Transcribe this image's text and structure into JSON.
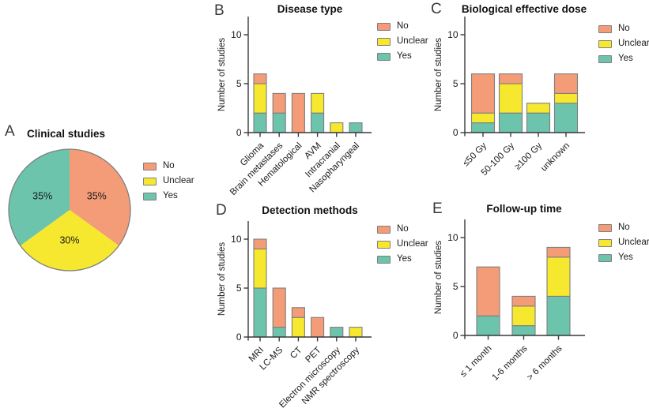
{
  "colors": {
    "no": "#F49C77",
    "unclear": "#F5E82E",
    "yes": "#6CC4AC",
    "outline": "#7F7F7F",
    "axis": "#3a3a3a",
    "text": "#1a1a1a"
  },
  "legend_items": [
    {
      "key": "no",
      "label": "No"
    },
    {
      "key": "unclear",
      "label": "Unclear"
    },
    {
      "key": "yes",
      "label": "Yes"
    }
  ],
  "panels": {
    "A": {
      "letter": "A",
      "title": "Clinical studies",
      "chart_data": {
        "type": "pie",
        "start_angle_deg": 0,
        "direction": "clockwise",
        "slices": [
          {
            "name": "No",
            "key": "no",
            "value": 35,
            "label": "35%"
          },
          {
            "name": "Unclear",
            "key": "unclear",
            "value": 30,
            "label": "30%"
          },
          {
            "name": "Yes",
            "key": "yes",
            "value": 35,
            "label": "35%"
          }
        ],
        "legend_position": "right"
      }
    },
    "B": {
      "letter": "B",
      "title": "Disease type",
      "ylabel": "Number of studies",
      "chart_data": {
        "type": "stacked-bar",
        "categories": [
          "Glioma",
          "Brain metastases",
          "Hematological",
          "AVM",
          "Intracranial",
          "Nasopharyngeal"
        ],
        "series": [
          {
            "name": "Yes",
            "key": "yes",
            "values": [
              2,
              2,
              0,
              2,
              0,
              1
            ]
          },
          {
            "name": "Unclear",
            "key": "unclear",
            "values": [
              3,
              0,
              0,
              2,
              1,
              0
            ]
          },
          {
            "name": "No",
            "key": "no",
            "values": [
              1,
              2,
              4,
              0,
              0,
              0
            ]
          }
        ],
        "totals": [
          6,
          4,
          4,
          4,
          1,
          1
        ],
        "ylim": [
          0,
          11.9
        ],
        "yticks": [
          0,
          5,
          10
        ],
        "grid": false,
        "legend_position": "top-right"
      }
    },
    "C": {
      "letter": "C",
      "title": "Biological effective dose",
      "ylabel": "Number of studies",
      "chart_data": {
        "type": "stacked-bar",
        "categories": [
          "≤50 Gy",
          "50-100 Gy",
          "≥100 Gy",
          "unknown"
        ],
        "series": [
          {
            "name": "Yes",
            "key": "yes",
            "values": [
              1,
              2,
              2,
              3
            ]
          },
          {
            "name": "Unclear",
            "key": "unclear",
            "values": [
              1,
              3,
              1,
              1
            ]
          },
          {
            "name": "No",
            "key": "no",
            "values": [
              4,
              1,
              0,
              2
            ]
          }
        ],
        "totals": [
          6,
          6,
          3,
          6
        ],
        "ylim": [
          0,
          11.9
        ],
        "yticks": [
          0,
          5,
          10
        ],
        "grid": false,
        "legend_position": "top-right"
      }
    },
    "D": {
      "letter": "D",
      "title": "Detection methods",
      "ylabel": "Number of studies",
      "chart_data": {
        "type": "stacked-bar",
        "categories": [
          "MRI",
          "LC-MS",
          "CT",
          "PET",
          "Electron microscopy",
          "NMR spectroscopy"
        ],
        "series": [
          {
            "name": "Yes",
            "key": "yes",
            "values": [
              5,
              1,
              0,
              0,
              1,
              0
            ]
          },
          {
            "name": "Unclear",
            "key": "unclear",
            "values": [
              4,
              0,
              2,
              0,
              0,
              1
            ]
          },
          {
            "name": "No",
            "key": "no",
            "values": [
              1,
              4,
              1,
              2,
              0,
              0
            ]
          }
        ],
        "totals": [
          10,
          5,
          3,
          2,
          1,
          1
        ],
        "ylim": [
          0,
          11.9
        ],
        "yticks": [
          0,
          5,
          10
        ],
        "grid": false,
        "legend_position": "top-right"
      }
    },
    "E": {
      "letter": "E",
      "title": "Follow-up time",
      "ylabel": "Number of studies",
      "chart_data": {
        "type": "stacked-bar",
        "categories": [
          "≤ 1 month",
          "1-6 months",
          "> 6 months"
        ],
        "series": [
          {
            "name": "Yes",
            "key": "yes",
            "values": [
              2,
              1,
              4
            ]
          },
          {
            "name": "Unclear",
            "key": "unclear",
            "values": [
              0,
              2,
              4
            ]
          },
          {
            "name": "No",
            "key": "no",
            "values": [
              5,
              1,
              1
            ]
          }
        ],
        "totals": [
          7,
          4,
          9
        ],
        "ylim": [
          0,
          11.9
        ],
        "yticks": [
          0,
          5,
          10
        ],
        "grid": false,
        "legend_position": "top-right"
      }
    }
  }
}
